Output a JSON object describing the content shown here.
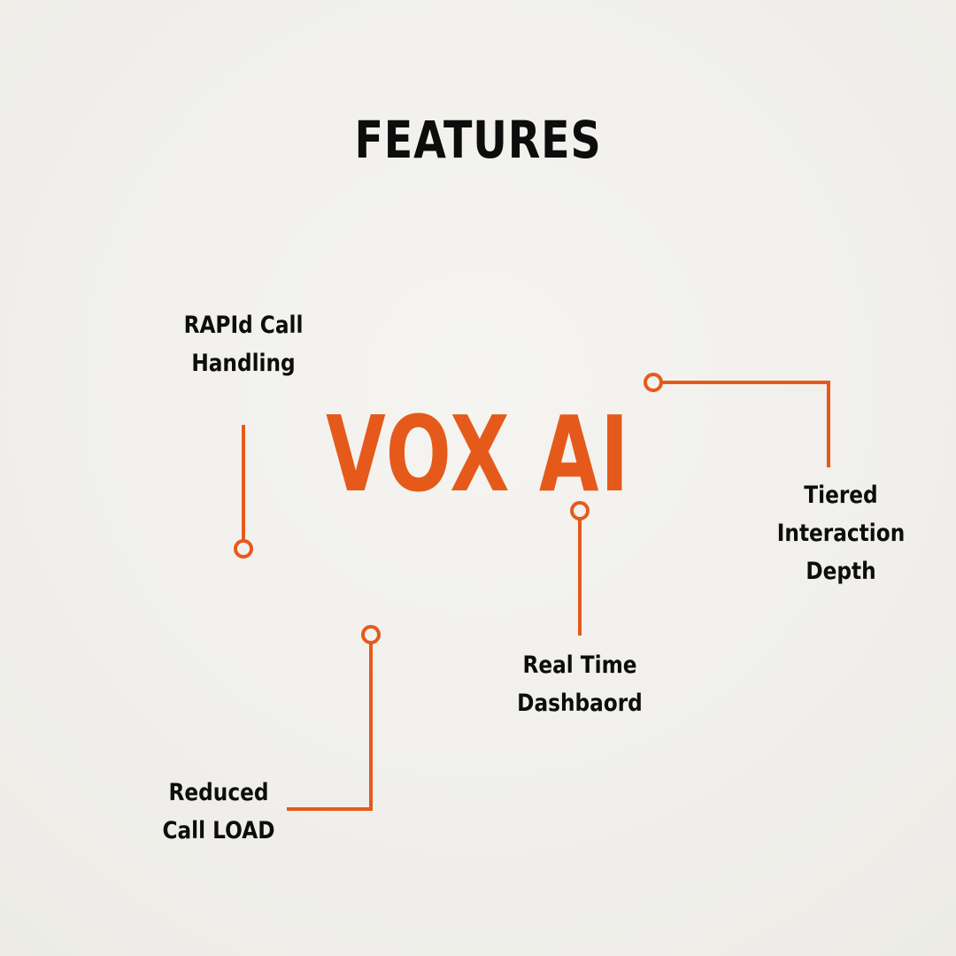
{
  "colors": {
    "accent": "#e55a1b",
    "text": "#0d0d0d",
    "background": "#f1f0ec"
  },
  "title": "FEATURES",
  "brand": "VOX AI",
  "features": [
    {
      "line1": "RAPId Call",
      "line2": "Handling"
    },
    {
      "line1": "Tiered",
      "line2": "Interaction",
      "line3": "Depth"
    },
    {
      "line1": "Real Time",
      "line2": "Dashbaord"
    },
    {
      "line1": "Reduced",
      "line2": "Call LOAD"
    }
  ]
}
